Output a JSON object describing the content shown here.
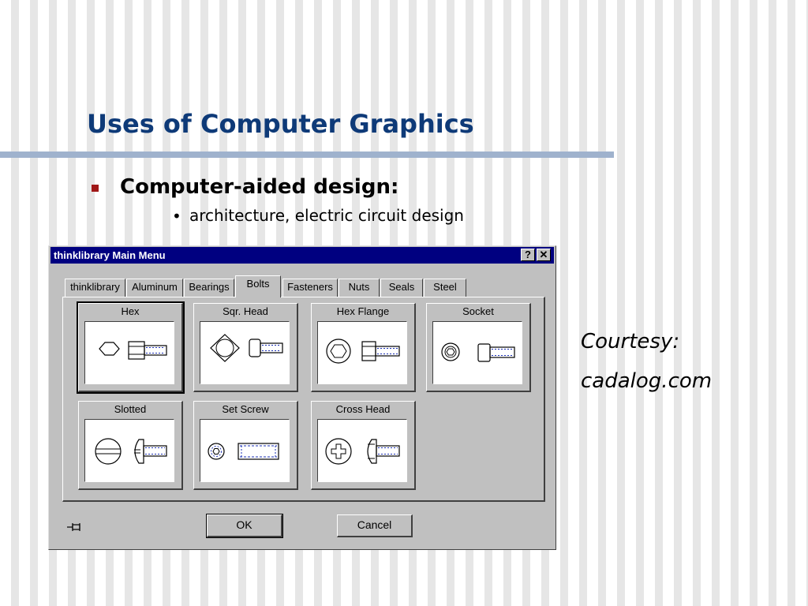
{
  "slide": {
    "title": "Uses of Computer Graphics",
    "bullet": "Computer-aided design:",
    "sub_bullet_marker": "•",
    "sub_bullet": "architecture, electric circuit design",
    "courtesy_line1": "Courtesy:",
    "courtesy_line2": "cadalog.com"
  },
  "dialog": {
    "title": "thinklibrary Main Menu",
    "help_label": "?",
    "close_label": "✕",
    "tabs": [
      {
        "label": "thinklibrary"
      },
      {
        "label": "Aluminum"
      },
      {
        "label": "Bearings"
      },
      {
        "label": "Bolts",
        "selected": true
      },
      {
        "label": "Fasteners"
      },
      {
        "label": "Nuts"
      },
      {
        "label": "Seals"
      },
      {
        "label": "Steel"
      }
    ],
    "items": [
      {
        "label": "Hex",
        "icon": "hex-bolt-icon",
        "selected": true
      },
      {
        "label": "Sqr. Head",
        "icon": "square-head-bolt-icon"
      },
      {
        "label": "Hex Flange",
        "icon": "hex-flange-bolt-icon"
      },
      {
        "label": "Socket",
        "icon": "socket-bolt-icon"
      },
      {
        "label": "Slotted",
        "icon": "slotted-bolt-icon"
      },
      {
        "label": "Set Screw",
        "icon": "set-screw-icon"
      },
      {
        "label": "Cross Head",
        "icon": "cross-head-bolt-icon"
      }
    ],
    "ok_label": "OK",
    "cancel_label": "Cancel",
    "pin_icon": "pushpin-icon"
  },
  "colors": {
    "title": "#0e3a78",
    "rule": "#9fb2cd",
    "bullet": "#a01818",
    "titlebar": "#000080",
    "dialog_face": "#c0c0c0",
    "thread_dash": "#1a2fb5"
  }
}
